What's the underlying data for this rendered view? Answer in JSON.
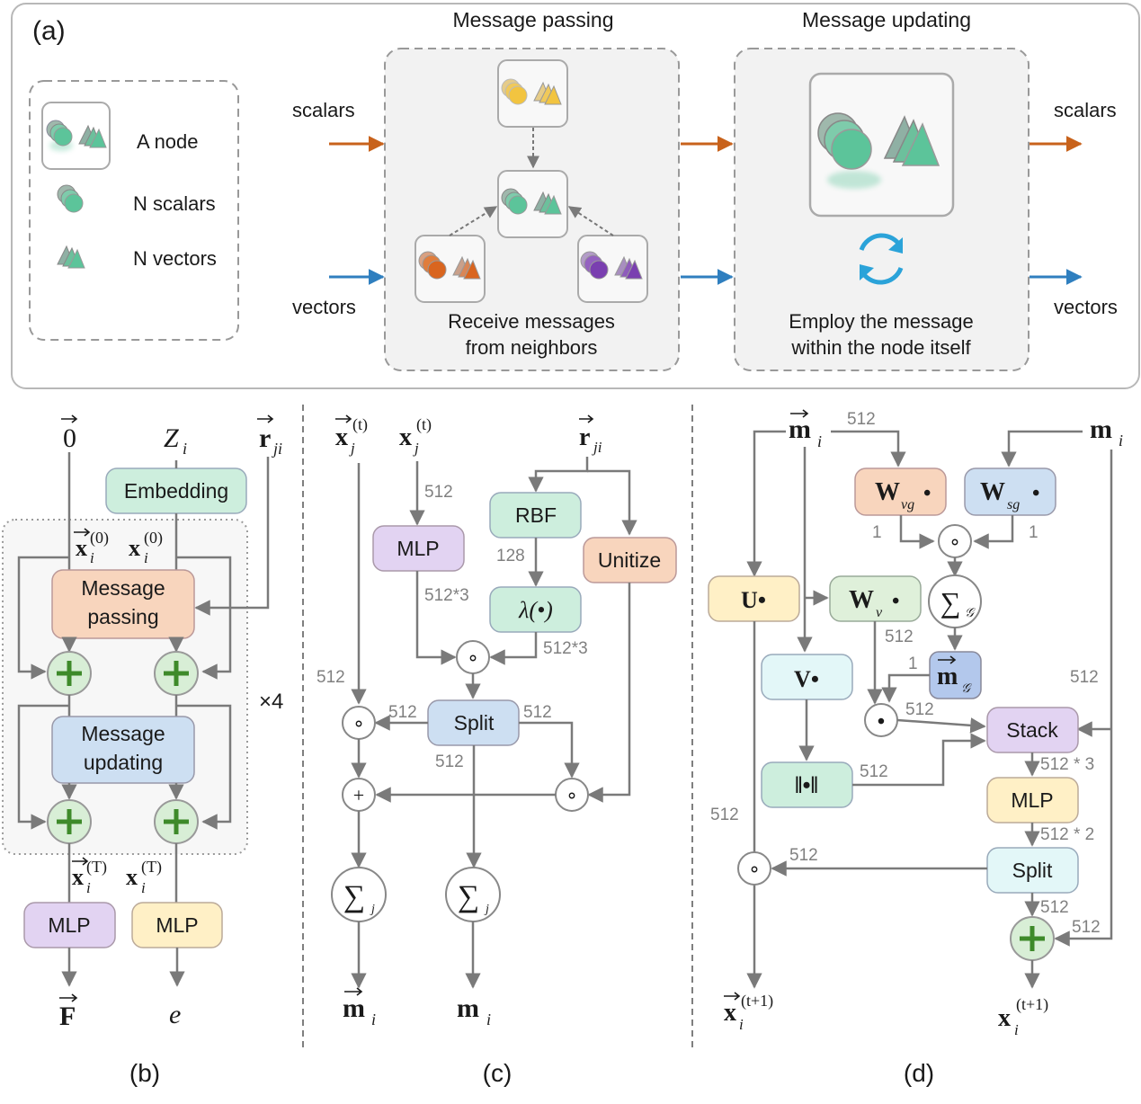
{
  "panel_a": {
    "tag": "(a)",
    "message_passing_title": "Message passing",
    "message_updating_title": "Message updating",
    "legend": {
      "node": "A node",
      "scalars": "N scalars",
      "vectors": "N vectors"
    },
    "scalars_in": "scalars",
    "vectors_in": "vectors",
    "scalars_out": "scalars",
    "vectors_out": "vectors",
    "receive_line1": "Receive messages",
    "receive_line2": "from neighbors",
    "employ_line1": "Employ the message",
    "employ_line2": "within the node itself",
    "colors": {
      "scalar_arrow": "#c8621b",
      "vector_arrow": "#2f7fbf",
      "node_green": "#5cc49a",
      "neighbor_orange": "#d9651f",
      "neighbor_purple": "#7a3fb0",
      "neighbor_yellow": "#f2c440",
      "refresh_icon": "#2ba3d9"
    }
  },
  "panel_b": {
    "tag": "(b)",
    "inputs": {
      "zero": "0",
      "z": "Z",
      "z_sub": "i",
      "r": "r",
      "r_sub": "ji"
    },
    "embedding": "Embedding",
    "x_vec0": "x",
    "x_vec0_sub": "i",
    "x_vec0_sup": "(0)",
    "x0": "x",
    "x0_sub": "i",
    "x0_sup": "(0)",
    "message_passing_line1": "Message",
    "message_passing_line2": "passing",
    "message_updating_line1": "Message",
    "message_updating_line2": "updating",
    "repeat": "×4",
    "xT_vec": "x",
    "xT_vec_sub": "i",
    "xT_vec_sup": "(T)",
    "xT": "x",
    "xT_sub": "i",
    "xT_sup": "(T)",
    "mlp_left": "MLP",
    "mlp_right": "MLP",
    "out_force": "F",
    "out_energy": "e",
    "plus": "+"
  },
  "panel_c": {
    "tag": "(c)",
    "in_xvec": "x",
    "in_xvec_sub": "j",
    "in_xvec_sup": "(t)",
    "in_x": "x",
    "in_x_sub": "j",
    "in_x_sup": "(t)",
    "in_r": "r",
    "in_r_sub": "ji",
    "mlp": "MLP",
    "rbf": "RBF",
    "unitize": "Unitize",
    "lambda": "λ(•)",
    "split": "Split",
    "n_512_a": "512",
    "n_128": "128",
    "n_5123_a": "512*3",
    "n_5123_b": "512*3",
    "n_512_b": "512",
    "n_512_c": "512",
    "n_512_d": "512",
    "n_512_e": "512",
    "had": "∘",
    "plus": "+",
    "sum": "∑",
    "sum_sub": "j",
    "out_mvec": "m",
    "out_mvec_sub": "i",
    "out_m": "m",
    "out_m_sub": "i"
  },
  "panel_d": {
    "tag": "(d)",
    "in_mvec": "m",
    "in_mvec_sub": "i",
    "in_m": "m",
    "in_m_sub": "i",
    "wvg": "W",
    "wvg_sub": "vg",
    "wsg": "W",
    "wsg_sub": "sg",
    "u": "U•",
    "wv": "W",
    "wv_sub": "v",
    "v": "V•",
    "sum_g": "∑",
    "sum_g_sub": "𝒢",
    "mg": "m",
    "mg_sub": "𝒢",
    "norm": "‖•‖",
    "stack": "Stack",
    "mlp": "MLP",
    "split": "Split",
    "had": "∘",
    "dot": "•",
    "dot_op": "•",
    "n_512_top": "512",
    "n_1_a": "1",
    "n_1_b": "1",
    "n_512_wv": "512",
    "n_1_mg": "1",
    "n_512_dot": "512",
    "n_512_norm": "512",
    "n_512_right": "512",
    "n_512x3": "512 * 3",
    "n_512x2": "512 * 2",
    "n_512_left": "512",
    "n_512_split": "512",
    "n_512_plus": "512",
    "n_512_side": "512",
    "out_xvec": "x",
    "out_xvec_sub": "i",
    "out_xvec_sup": "(t+1)",
    "out_x": "x",
    "out_x_sub": "i",
    "out_x_sup": "(t+1)",
    "plus": "+"
  }
}
